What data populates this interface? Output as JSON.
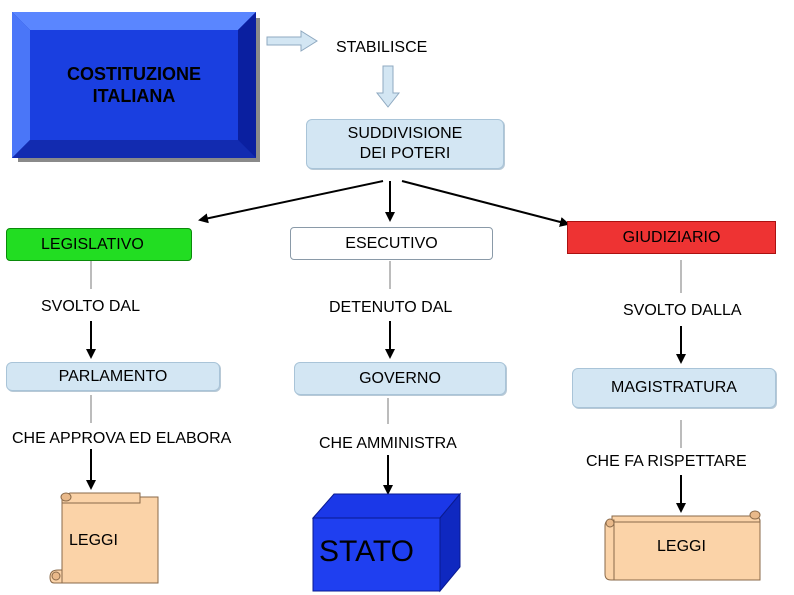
{
  "title_block": {
    "line1": "COSTITUZIONE",
    "line2": "ITALIANA"
  },
  "relation_top": "STABILISCE",
  "center_node": {
    "line1": "SUDDIVISIONE",
    "line2": "DEI POTERI"
  },
  "branches": [
    {
      "power": "LEGISLATIVO",
      "power_color": "#22dd22",
      "link1": "SVOLTO DAL",
      "holder": "PARLAMENTO",
      "link2": "CHE APPROVA ED ELABORA",
      "result": "LEGGI"
    },
    {
      "power": "ESECUTIVO",
      "power_color": "#ffffff",
      "link1": "DETENUTO DAL",
      "holder": "GOVERNO",
      "link2": "CHE AMMINISTRA",
      "result": "STATO"
    },
    {
      "power": "GIUDIZIARIO",
      "power_color": "#ee3333",
      "link1": "SVOLTO DALLA",
      "holder": "MAGISTRATURA",
      "link2": "CHE FA RISPETTARE",
      "result": "LEGGI"
    }
  ],
  "colors": {
    "title_blue": "#1a3fe0",
    "scroll_fill": "#fbd3a8",
    "stato_blue": "#1f3ff0"
  }
}
